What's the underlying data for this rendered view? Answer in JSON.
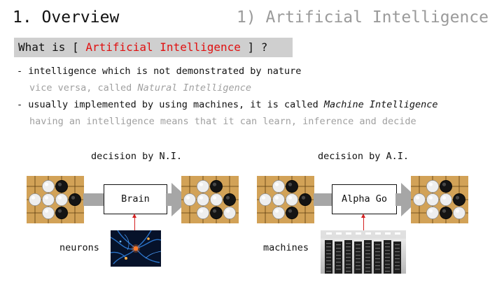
{
  "header": {
    "section_title": "1. Overview",
    "topic_title": "1) Artificial Intelligence"
  },
  "question": {
    "prefix": "What is [ ",
    "keyword": "Artificial Intelligence",
    "suffix": " ] ?"
  },
  "points": [
    {
      "bullet": "- ",
      "text": "intelligence which is not demonstrated by nature"
    },
    {
      "text": "vice versa, called ",
      "emphasis": "Natural Intelligence"
    },
    {
      "bullet": "- ",
      "text": "usually implemented by using machines, it is called ",
      "emphasis": "Machine Intelligence"
    },
    {
      "text": "having an intelligence means that it can learn, inference and decide"
    }
  ],
  "diagrams": [
    {
      "caption": "decision by N.I.",
      "process": "Brain",
      "source_label": "neurons",
      "source_picture": "neural-network-photo"
    },
    {
      "caption": "decision by A.I.",
      "process": "Alpha Go",
      "source_label": "machines",
      "source_picture": "server-racks-photo"
    }
  ],
  "colors": {
    "accent_red": "#e01010",
    "dim_text": "#a0a0a0",
    "box_gray": "#cfcfcf",
    "board_wood": "#d2a257",
    "arrow_gray": "#a6a6a6"
  },
  "icons": [
    "go-board-icon",
    "arrow-right-icon",
    "neurons-photo",
    "server-racks-photo"
  ]
}
